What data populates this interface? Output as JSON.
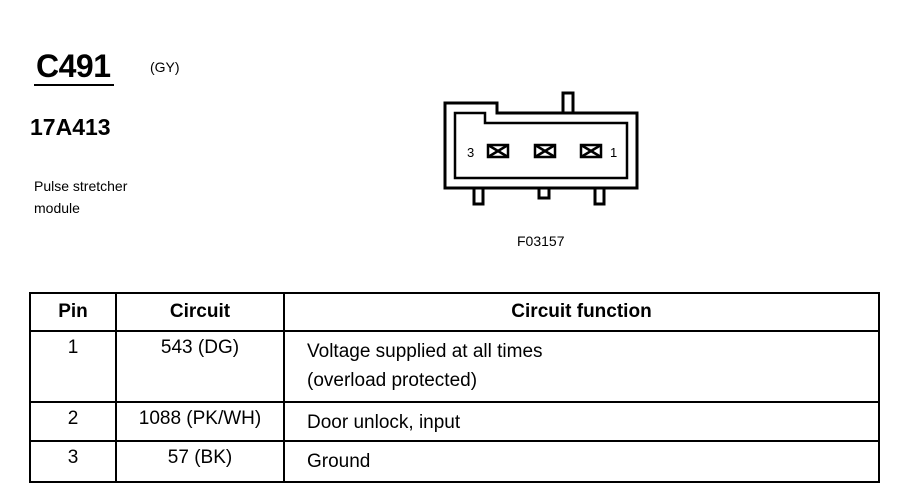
{
  "connector": {
    "id": "C491",
    "color_code": "(GY)",
    "part_number": "17A413",
    "description_lines": [
      "Pulse stretcher",
      "module"
    ],
    "figure_id": "F03157",
    "pin_labels": {
      "left": "3",
      "right": "1"
    }
  },
  "table": {
    "headers": {
      "pin": "Pin",
      "circuit": "Circuit",
      "function": "Circuit function"
    },
    "rows": [
      {
        "pin": "1",
        "circuit": "543 (DG)",
        "function_lines": [
          "Voltage supplied at all times",
          "(overload protected)"
        ]
      },
      {
        "pin": "2",
        "circuit": "1088 (PK/WH)",
        "function_lines": [
          "Door unlock, input"
        ]
      },
      {
        "pin": "3",
        "circuit": "57 (BK)",
        "function_lines": [
          "Ground"
        ]
      }
    ]
  }
}
